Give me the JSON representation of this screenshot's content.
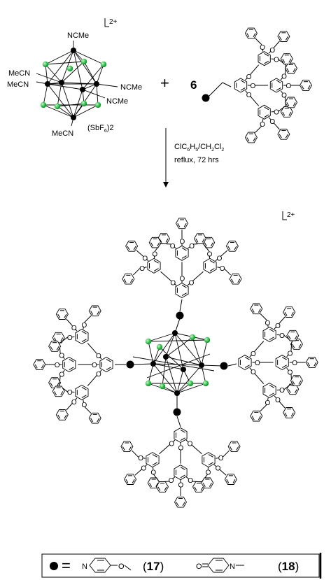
{
  "reactant": {
    "ligand_top": "NCMe",
    "ligand_left_1": "MeCN",
    "ligand_left_2": "MeCN",
    "ligand_right_1": "NCMe",
    "ligand_right_2": "NCMe",
    "ligand_bottom": "MeCN",
    "charge": "2+",
    "counterion": "(SbF6)2",
    "counterion_main": "(SbF",
    "counterion_sub": "6",
    "counterion_tail": ")2"
  },
  "plus_sign": "+",
  "equiv": "6",
  "conditions": {
    "solvent_main": "ClC",
    "solvent_sub1": "6",
    "solvent_mid": "H",
    "solvent_sub2": "5",
    "solvent_tail": "/CH",
    "solvent_sub3": "2",
    "solvent_end": "Cl",
    "solvent_sub4": "2",
    "line2": "reflux, 72 hrs"
  },
  "product": {
    "charge": "2+"
  },
  "legend": {
    "equals": "=",
    "compound_a": "(17)",
    "compound_b": "(18)",
    "atom_n": "N",
    "atom_o": "O"
  },
  "colors": {
    "halide_green": "#33c44f",
    "metal_black": "#000000"
  }
}
